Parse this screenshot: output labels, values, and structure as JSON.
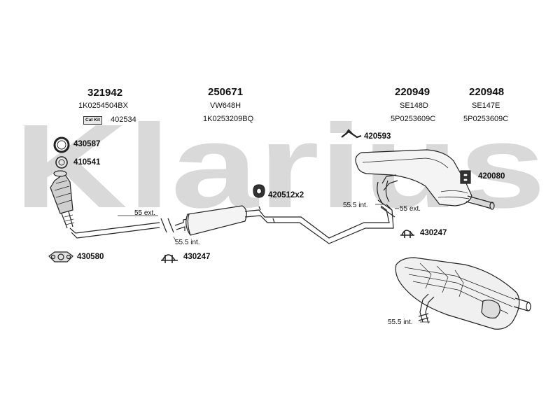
{
  "watermark": "Klarius",
  "columns": [
    {
      "part": "321942",
      "codes": [
        "1K0254504BX"
      ],
      "catkit_label": "Cat Kit",
      "catkit_value": "402534"
    },
    {
      "part": "250671",
      "codes": [
        "VW648H",
        "1K0253209BQ"
      ]
    },
    {
      "part": "220949",
      "codes": [
        "SE148D",
        "5P0253609C"
      ]
    },
    {
      "part": "220948",
      "codes": [
        "SE147E",
        "5P0253609C"
      ]
    }
  ],
  "parts": {
    "p430587": "430587",
    "p410541": "410541",
    "p430580": "430580",
    "p430247a": "430247",
    "p420512": "420512x2",
    "p420593": "420593",
    "p420080": "420080",
    "p430247b": "430247"
  },
  "dims": {
    "ext55_a": "55 ext.",
    "int55_a": "55.5 int.",
    "int55_b": "55.5 int.",
    "ext55_b": "55 ext.",
    "int55_c": "55.5 int."
  }
}
